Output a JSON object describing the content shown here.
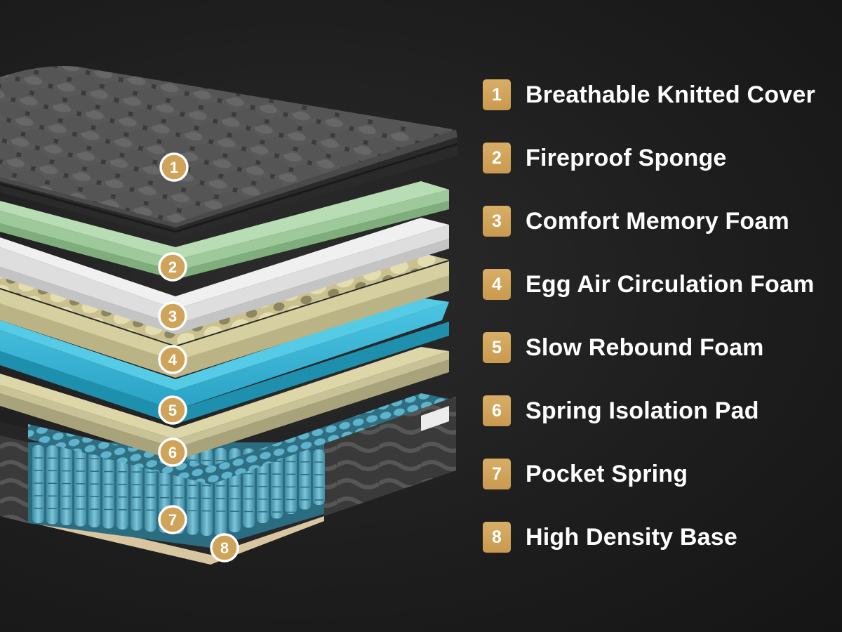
{
  "layers": [
    {
      "number": "1",
      "label": "Breathable Knitted Cover"
    },
    {
      "number": "2",
      "label": "Fireproof Sponge"
    },
    {
      "number": "3",
      "label": "Comfort Memory Foam"
    },
    {
      "number": "4",
      "label": "Egg Air Circulation Foam"
    },
    {
      "number": "5",
      "label": "Slow Rebound Foam"
    },
    {
      "number": "6",
      "label": "Spring Isolation Pad"
    },
    {
      "number": "7",
      "label": "Pocket Spring"
    },
    {
      "number": "8",
      "label": "High Density Base"
    }
  ],
  "colors": {
    "badge": "#d0a35a",
    "background": "#1e1e1e",
    "cover": "#3a3a3a",
    "fireproof": "#a9d0a6",
    "memory": "#e6e6e6",
    "egg": "#d8d2a2",
    "slow_rebound": "#35b4d6",
    "isolation": "#d4cf9f",
    "spring": "#4a9fba",
    "base": "#e9dcbf"
  }
}
